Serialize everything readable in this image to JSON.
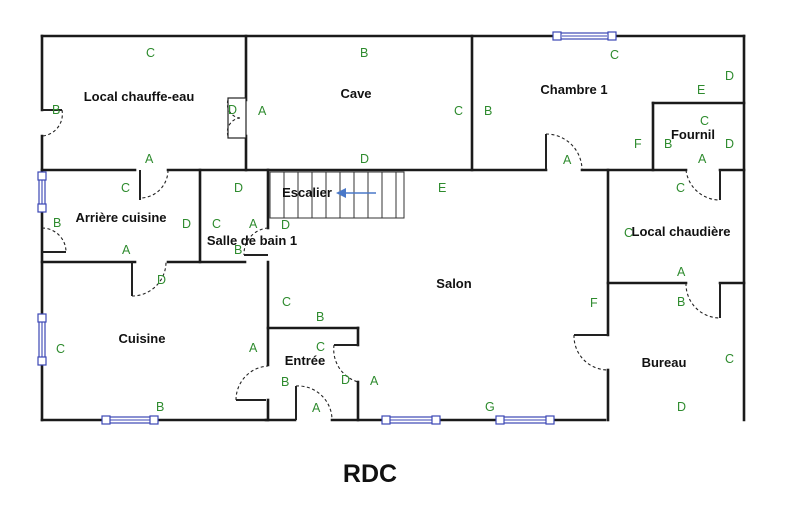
{
  "plan": {
    "title": "RDC",
    "rooms": [
      {
        "key": "local_chauffe_eau",
        "label": "Local chauffe-eau"
      },
      {
        "key": "cave",
        "label": "Cave"
      },
      {
        "key": "chambre_1",
        "label": "Chambre 1"
      },
      {
        "key": "fournil",
        "label": "Fournil"
      },
      {
        "key": "escalier",
        "label": "Escalier"
      },
      {
        "key": "arriere_cuisine",
        "label": "Arrière cuisine"
      },
      {
        "key": "salle_de_bain_1",
        "label": "Salle de bain 1"
      },
      {
        "key": "local_chaudiere",
        "label": "Local chaudière"
      },
      {
        "key": "salon",
        "label": "Salon"
      },
      {
        "key": "cuisine",
        "label": "Cuisine"
      },
      {
        "key": "entree",
        "label": "Entrée"
      },
      {
        "key": "bureau",
        "label": "Bureau"
      }
    ],
    "wall_letters": [
      "C",
      "B",
      "C",
      "D",
      "B",
      "A",
      "C",
      "B",
      "E",
      "D",
      "A",
      "C",
      "F",
      "D",
      "B",
      "C",
      "D",
      "D",
      "E",
      "A",
      "C",
      "B",
      "D",
      "C",
      "A",
      "D",
      "A",
      "D",
      "A",
      "B",
      "C",
      "C",
      "B",
      "C",
      "F",
      "B",
      "A",
      "A",
      "B",
      "C",
      "D",
      "A",
      "B",
      "G",
      "A",
      "C",
      "D"
    ],
    "colors": {
      "wall": "#1a1a1a",
      "letter": "#2e8b2e",
      "window": "#3b46b5",
      "arrow": "#4a78c8"
    }
  }
}
